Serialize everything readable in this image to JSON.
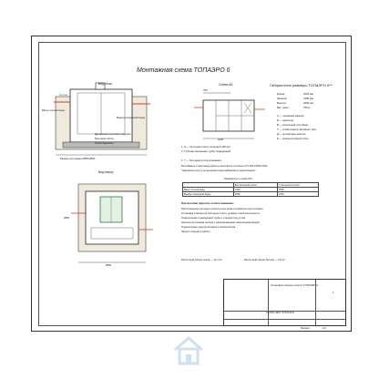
{
  "title": "Монтажная схема ТОПАЭРО 6",
  "side_view": {
    "label": "Вид сбоку",
    "callouts": [
      "Колпак",
      "Ввод сточной воды",
      "Вывод очищенной воды",
      "Дренажная песчаная подушка",
      "Бетонная плита",
      "Песок (Щебень)",
      "Размер котлована 2850х2850"
    ]
  },
  "scheme": {
    "label": "Схема №1",
    "note1": "1. Н — бетонная плита толщиной 150 мм",
    "note2": "2. Глубина заложения трубы подводящей",
    "dims": [
      "2200",
      "700"
    ]
  },
  "gabarit": {
    "heading": "Габаритные размеры ТОПАЭРО 6**:",
    "rows": [
      {
        "k": "Длина:",
        "v": "2200 мм;"
      },
      {
        "k": "Ширина:",
        "v": "2150 мм;"
      },
      {
        "k": "Высота:",
        "v": "2600 мм;"
      },
      {
        "k": "Вес, масс:",
        "v": "700 кг."
      }
    ],
    "legend": [
      "А — приемная камера;",
      "Б — аэротенк;",
      "В — вторичный отстойник;",
      "Г — стабилизатор активного ила;",
      "Д — эрлифтные насосы;",
      "Е — компрессорный отсек."
    ]
  },
  "middle_text": [
    "1. Г — бетонная плита основания;",
    "Монтажные и земляные работы выполнять согласно СП 129.13330.2011",
    "\"Наружные сети и сооружения водоснабжения и канализации\"."
  ],
  "table": {
    "caption": "Параметры к схеме №1",
    "header": [
      "",
      "Без бетонной плиты",
      "С бетонной плитой"
    ],
    "rows": [
      [
        "Ввод сточной воды",
        "1400",
        "1550"
      ],
      [
        "Вывод очищенной воды",
        "1550",
        "1700"
      ]
    ]
  },
  "top_view": {
    "label": "Вид сверху",
    "dims": [
      "2850",
      "2850"
    ]
  },
  "important": {
    "heading": "При монтаже обратить особое внимание:",
    "lines": [
      "Расположение колодца относительно дома и разметка под котлован",
      "Установка станции на бетонную плиту, уровень горизонтальности",
      "Подключение подводящей трубы к станции под углом",
      "Засыпка котлована песком с одновременным заполнением водой",
      "Подключение электропитания и компрессора",
      "Запуск станции в работу"
    ],
    "volume1": "Расчетный объем песка — 11,1 м³",
    "volume2": "Расчетный объем бетона — 0,6 м³"
  },
  "stamp": {
    "drawing_title": "Установка станции очистки ТОПАЭРО 6",
    "code": "ТОПАС-ЭКО ТОПЭ-6С3",
    "sheet": "1",
    "format_label": "Формат",
    "format": "А3"
  },
  "colors": {
    "line": "#333333",
    "accent": "#2e7d3b",
    "soil": "#e8e3d5",
    "pipe": "#d04030",
    "watermark": "#cfe0f0"
  },
  "watermark_icon": "house-icon"
}
